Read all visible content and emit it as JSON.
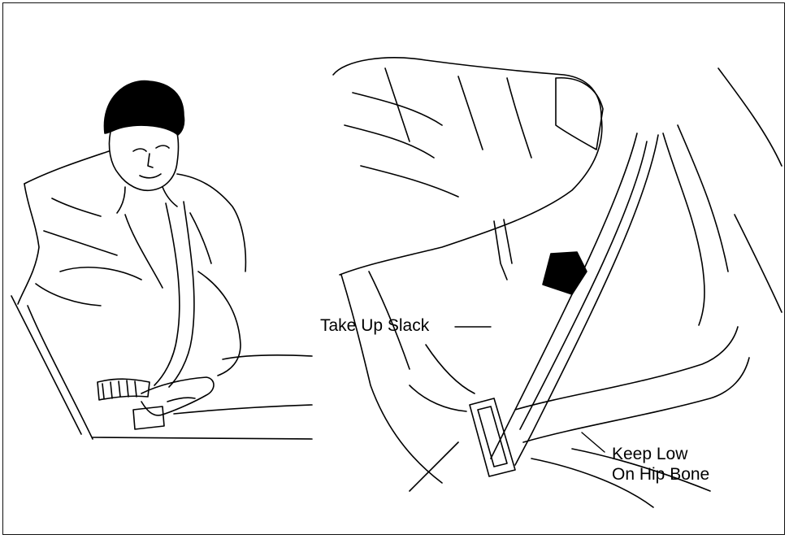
{
  "figure": {
    "illustrations": [
      {
        "name": "seated-person-buckling-belt"
      },
      {
        "name": "lap-shoulder-belt-closeup"
      }
    ],
    "callouts": {
      "take_up_slack": "Take Up Slack",
      "keep_low_line1": "Keep Low",
      "keep_low_line2": "On Hip Bone"
    }
  },
  "colors": {
    "ink": "#000000",
    "paper": "#ffffff"
  }
}
